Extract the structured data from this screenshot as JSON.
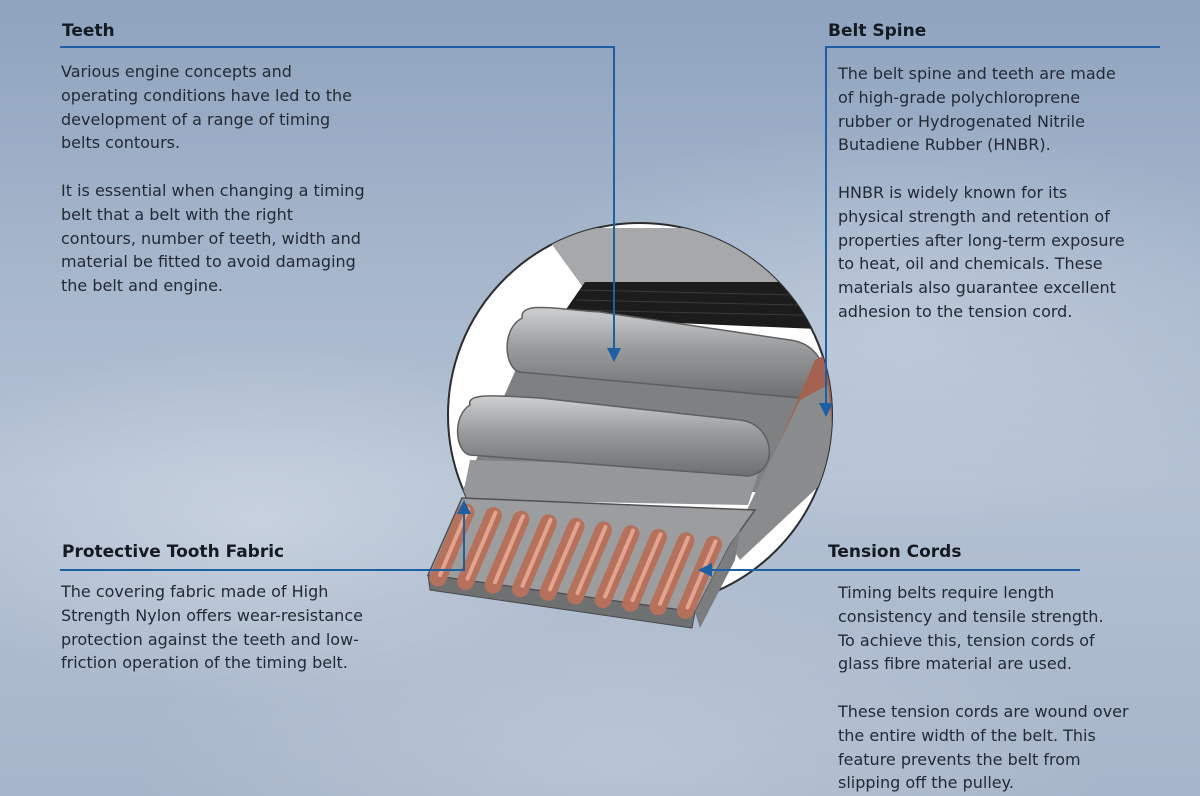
{
  "sections": {
    "teeth": {
      "title": "Teeth",
      "paragraphs": [
        "Various engine concepts and\noperating conditions have led to the\ndevelopment of a range of timing\nbelts contours.",
        "It is essential when changing a timing\nbelt that a belt with the right\ncontours, number of teeth, width and\nmaterial be fitted to avoid damaging\nthe belt and engine."
      ]
    },
    "belt_spine": {
      "title": "Belt Spine",
      "paragraphs": [
        "The belt spine and teeth are made\nof high-grade polychloroprene\nrubber or Hydrogenated Nitrile\nButadiene Rubber (HNBR).",
        "HNBR is widely known for its\nphysical strength and retention of\nproperties after long-term exposure\nto heat, oil and chemicals. These\nmaterials also guarantee excellent\nadhesion to the tension cord."
      ]
    },
    "protective_tooth_fabric": {
      "title": "Protective Tooth Fabric",
      "paragraphs": [
        "The covering fabric made of High\nStrength Nylon offers wear-resistance\nprotection against the teeth and low-\nfriction operation of the timing belt."
      ]
    },
    "tension_cords": {
      "title": "Tension Cords",
      "paragraphs": [
        "Timing belts require length\nconsistency and tensile strength.\nTo achieve this, tension cords of\nglass fibre material are used.",
        "These tension cords are wound over\nthe entire width of the belt. This\nfeature  prevents the belt from\nslipping off the pulley."
      ]
    }
  },
  "colors": {
    "leader_line": "#1d5fa3",
    "rubber": "#8e8f91",
    "cord": "#b5715c"
  }
}
